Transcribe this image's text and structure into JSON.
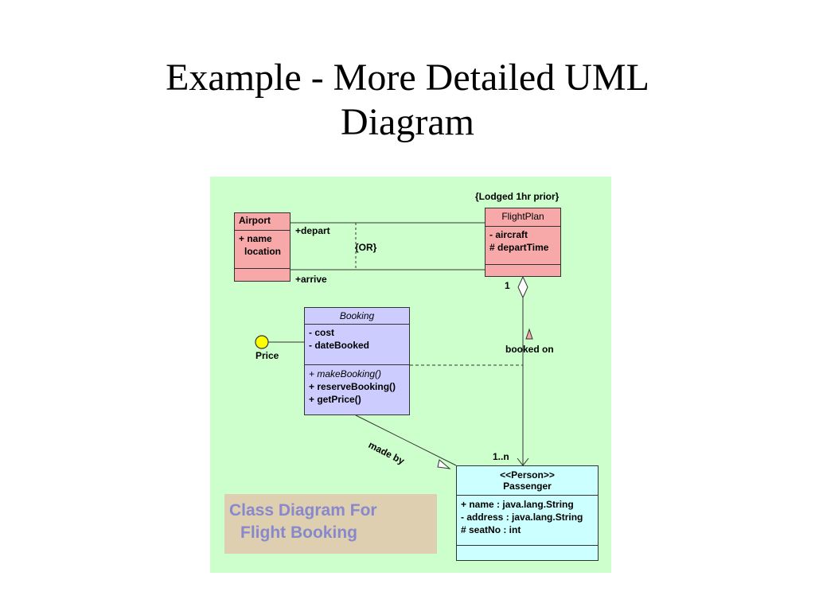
{
  "slide": {
    "title_line1": "Example - More Detailed UML",
    "title_line2": "Diagram"
  },
  "diagram": {
    "background_color": "#ccffcc",
    "classes": {
      "airport": {
        "name": "Airport",
        "attributes": [
          "+ name",
          "location"
        ],
        "color": "#f7a9a9"
      },
      "flightplan": {
        "name": "FlightPlan",
        "attributes": [
          "- aircraft",
          "# departTime"
        ],
        "color": "#f7a9a9"
      },
      "booking": {
        "name": "Booking",
        "attributes": [
          "- cost",
          "- dateBooked"
        ],
        "operations": [
          "+ makeBooking()",
          "+ reserveBooking()",
          "+ getPrice()"
        ],
        "color": "#ccccff"
      },
      "passenger": {
        "stereotype": "<<Person>>",
        "name": "Passenger",
        "attributes": [
          "+ name : java.lang.String",
          "- address : java.lang.String",
          "# seatNo : int"
        ],
        "color": "#ccffff"
      }
    },
    "labels": {
      "constraint": "{Lodged 1hr prior}",
      "depart": "+depart",
      "arrive": "+arrive",
      "or": "{OR}",
      "multiplicity_one": "1",
      "multiplicity_many": "1..n",
      "booked_on": "booked on",
      "made_by": "made by",
      "interface": "Price"
    },
    "caption": {
      "line1": "Class Diagram For",
      "line2": "Flight Booking",
      "text_color": "#8888cc",
      "box_color": "#ddcfb0"
    }
  }
}
